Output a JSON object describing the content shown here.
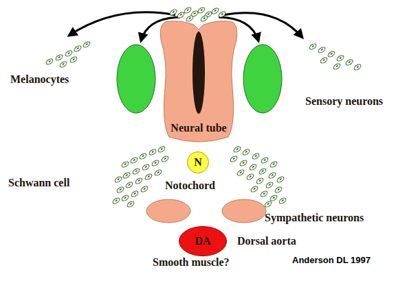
{
  "diagram": {
    "nodes": [
      {
        "text": [
          "Neural tube"
        ]
      },
      {
        "text": [
          "N",
          "Notochord"
        ]
      },
      {
        "text": [
          "DA",
          "Dorsal aorta"
        ]
      }
    ],
    "labels": [
      "Melanocytes",
      "Sensory neurons",
      "Schwann cell",
      "Sympathetic neurons",
      "Smooth muscle?",
      "Anderson DL 1997"
    ]
  }
}
